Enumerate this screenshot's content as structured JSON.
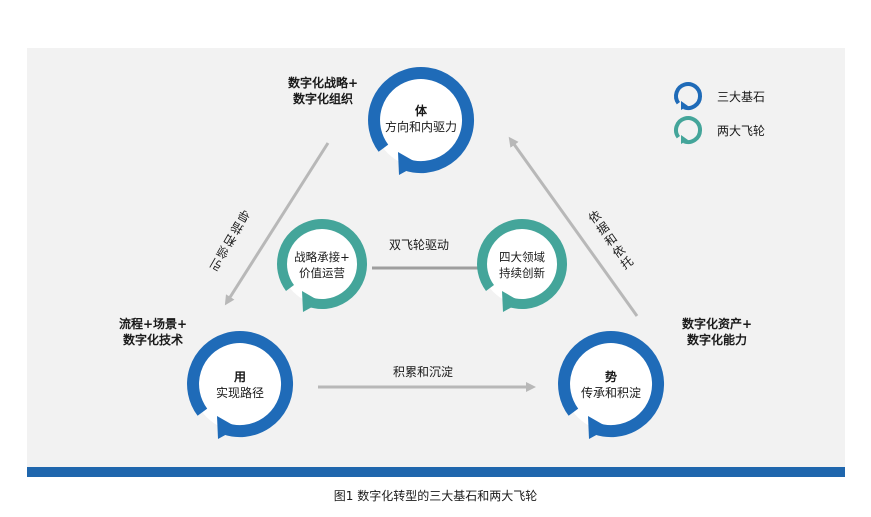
{
  "nodes": {
    "top": {
      "title": "体",
      "subtitle": "方向和内驱力",
      "side_label": [
        "数字化战略+",
        "数字化组织"
      ]
    },
    "left": {
      "title": "用",
      "subtitle": "实现路径",
      "side_label": [
        "流程+场景+",
        "数字化技术"
      ]
    },
    "right": {
      "title": "势",
      "subtitle": "传承和积淀",
      "side_label": [
        "数字化资产+",
        "数字化能力"
      ]
    },
    "flywheel_left": {
      "lines": [
        "战略承接+",
        "价值运营"
      ]
    },
    "flywheel_right": {
      "lines": [
        "四大领域",
        "持续创新"
      ]
    }
  },
  "edges": {
    "top_to_left": "引领和指导",
    "left_to_right": "积累和沉淀",
    "right_to_top": "依据和依托",
    "flywheels": "双飞轮驱动"
  },
  "legend": [
    {
      "label": "三大基石",
      "color": "#1f6bb8"
    },
    {
      "label": "两大飞轮",
      "color": "#44a59a"
    }
  ],
  "caption": "图1   数字化转型的三大基石和两大飞轮",
  "colors": {
    "blue": "#1f6bb8",
    "teal": "#44a59a",
    "arrow": "#b8b8b8",
    "bar": "#1f66ad"
  }
}
